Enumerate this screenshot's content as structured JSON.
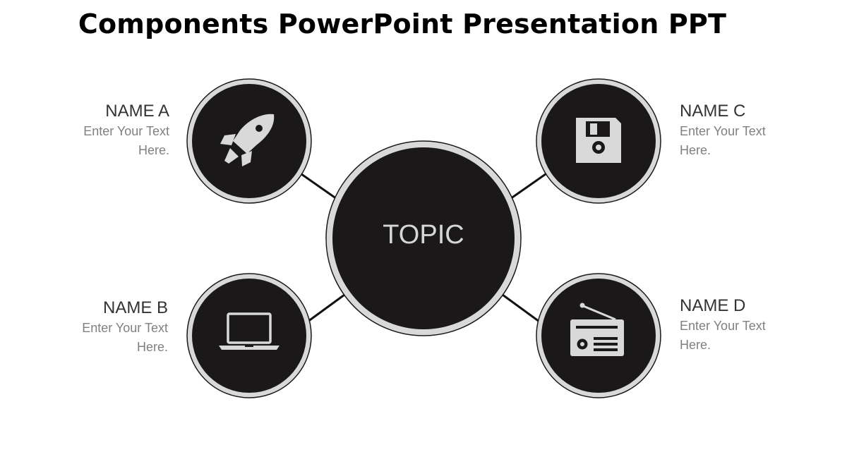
{
  "slide": {
    "title": "Components PowerPoint Presentation PPT"
  },
  "center": {
    "label": "TOPIC"
  },
  "nodes": [
    {
      "name": "NAME A",
      "text_line1": "Enter Your Text",
      "text_line2": "Here.",
      "icon": "rocket-icon"
    },
    {
      "name": "NAME B",
      "text_line1": "Enter Your Text",
      "text_line2": "Here.",
      "icon": "laptop-icon"
    },
    {
      "name": "NAME C",
      "text_line1": "Enter Your Text",
      "text_line2": "Here.",
      "icon": "floppy-disk-icon"
    },
    {
      "name": "NAME D",
      "text_line1": "Enter Your Text",
      "text_line2": "Here.",
      "icon": "radio-icon"
    }
  ],
  "colors": {
    "circle_fill": "#1a1819",
    "ring": "#d9d9d9",
    "icon": "#d9d9d9",
    "connector": "#111111"
  }
}
